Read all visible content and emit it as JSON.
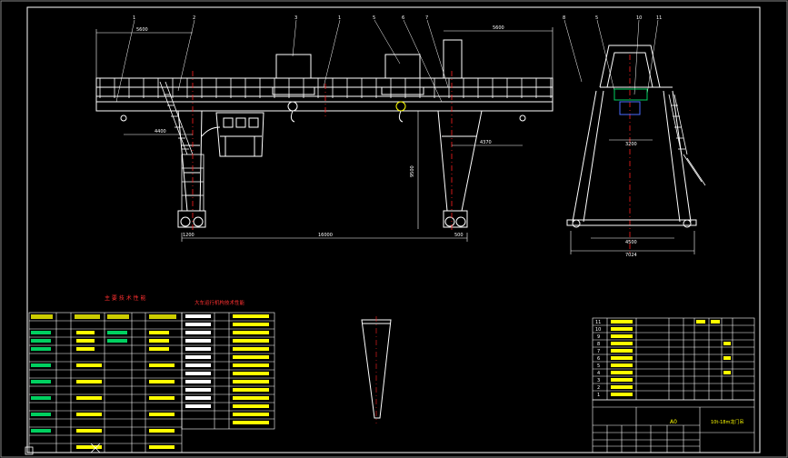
{
  "drawing": {
    "part_numbers": [
      "1",
      "2",
      "3",
      "1",
      "5",
      "6",
      "7",
      "8",
      "5",
      "10",
      "11"
    ],
    "dims": {
      "top_left": "5600",
      "top_right": "5600",
      "left_lower": "4400",
      "right_lower": "4370",
      "height": "9500",
      "span": "16000",
      "end_left": "1200",
      "end_right": "500",
      "side_inner": "3200",
      "side_base": "4500",
      "side_total": "7024"
    },
    "table_titles": {
      "left": "主 要 技 术 性 能",
      "right": "大车运行机构技术性能"
    },
    "title_block": {
      "code": "A0",
      "name": "10t-18m龙门吊"
    },
    "parts_list_numbers": [
      "11",
      "10",
      "9",
      "8",
      "7",
      "6",
      "5",
      "4",
      "3",
      "2",
      "1"
    ]
  },
  "colors": {
    "background": "#000000",
    "structure": "#ffffff",
    "centerline": "#ff2020",
    "dimension": "#ffffff",
    "table_line": "#ffffff",
    "hook_accent": "#ffff00",
    "hook_blue": "#4a6cff",
    "frame_green": "#00d060",
    "cyan": "#00d8ff"
  }
}
